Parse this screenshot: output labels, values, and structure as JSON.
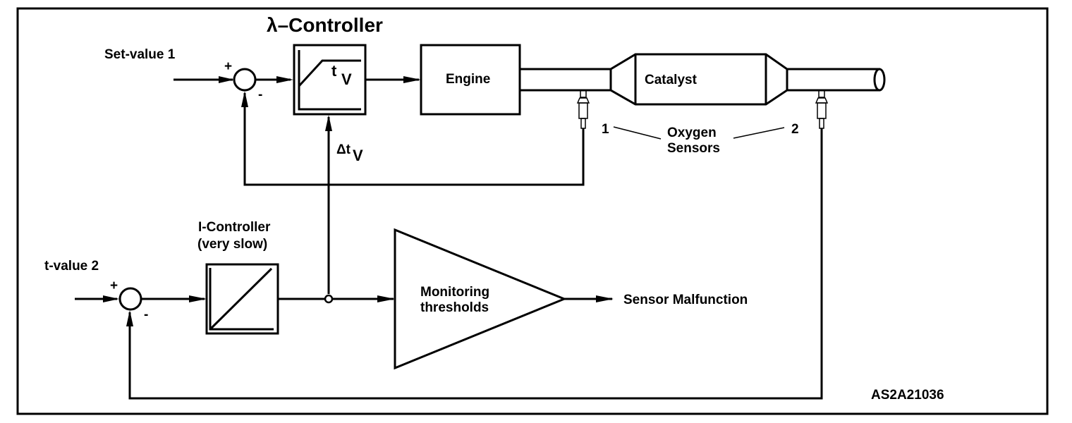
{
  "diagram": {
    "title": "λ–Controller",
    "figure_id": "AS2A21036",
    "inputs": {
      "set_value_1": "Set-value  1",
      "t_value_2": "t-value  2"
    },
    "summing_junctions": {
      "top": {
        "plus": "+",
        "minus": "-"
      },
      "bottom": {
        "plus": "+",
        "minus": "-"
      }
    },
    "lambda_controller": {
      "output_symbol_t": "t",
      "output_symbol_sub": "V",
      "delta_symbol": "Δt",
      "delta_sub": "V"
    },
    "blocks": {
      "engine": "Engine",
      "catalyst": "Catalyst",
      "i_controller_line1": "I-Controller",
      "i_controller_line2": "(very slow)",
      "monitoring_line1": "Monitoring",
      "monitoring_line2": "thresholds"
    },
    "sensors": {
      "label_line1": "Oxygen",
      "label_line2": "Sensors",
      "sensor_1": "1",
      "sensor_2": "2"
    },
    "output": {
      "malfunction": "Sensor  Malfunction"
    }
  }
}
